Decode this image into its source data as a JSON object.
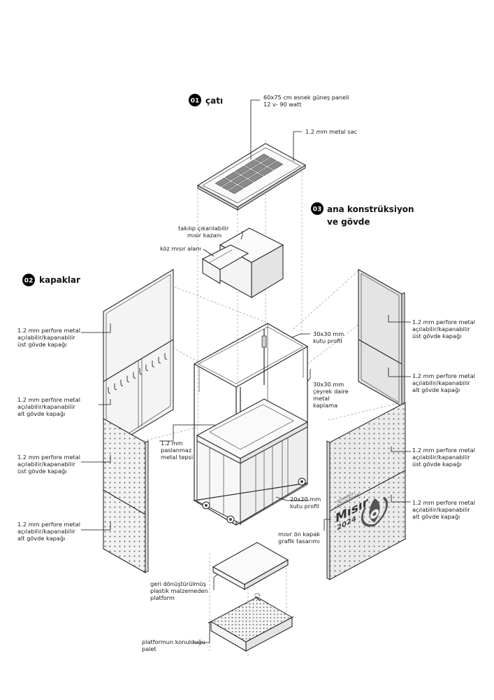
{
  "sections": {
    "roof": {
      "number": "01",
      "title": "çatı"
    },
    "covers": {
      "number": "02",
      "title": "kapaklar"
    },
    "construction": {
      "number": "03",
      "title_line1": "ana konstrüksiyon",
      "title_line2": "ve gövde"
    }
  },
  "labels": {
    "solar_panel_1": "60x75 cm esnek güneş paneli",
    "solar_panel_2": "12 v- 90 watt",
    "metal_sheet": "1.2 mm metal sac",
    "corn_pot_1": "takılıp çıkarılabilir",
    "corn_pot_2": "mısır kazanı",
    "coal_area": "köz mısır alanı",
    "left_top_1": "1.2 mm perfore metal",
    "left_top_2": "açılabilir/kapanabilir",
    "left_top_3": "üst gövde kapağı",
    "left_low_1": "1.2 mm perfore metal",
    "left_low_2": "açılabilir/kapanabilir",
    "left_low_3": "alt gövde kapağı",
    "left_ptop_1": "1.2 mm perfore metal",
    "left_ptop_2": "açılabilir/kapanabilir",
    "left_ptop_3": "üst gövde kapağı",
    "left_plow_1": "1.2 mm perfore metal",
    "left_plow_2": "açılabilir/kapanabilir",
    "left_plow_3": "alt gövde kapağı",
    "box_profile_1": "30x30 mm",
    "box_profile_2": "kutu profil",
    "quarter_round_1": "30x30 mm",
    "quarter_round_2": "çeyrek daire",
    "quarter_round_3": "metal",
    "quarter_round_4": "kaplama",
    "tray_1": "1.2 mm",
    "tray_2": "paslanmaz",
    "tray_3": "metal tepsi",
    "small_profile_1": "20x20 mm",
    "small_profile_2": "kutu profil",
    "front_graphic_1": "mısır ön kapak",
    "front_graphic_2": "grafik tasarımı",
    "right_top_1": "1.2 mm perfore metal",
    "right_top_2": "açılabilir/kapanabilir",
    "right_top_3": "üst gövde kapağı",
    "right_low_1": "1.2 mm perfore metal",
    "right_low_2": "açılabilir/kapanabilir",
    "right_low_3": "alt gövde kapağı",
    "right_ptop_1": "1.2 mm perfore metal",
    "right_ptop_2": "açılabilir/kapanabilir",
    "right_ptop_3": "üst gövde kapağı",
    "right_plow_1": "1.2 mm perfore metal",
    "right_plow_2": "açılabilir/kapanabilir",
    "right_plow_3": "alt gövde kapağı",
    "platform_1": "geri dönüştürülmüş",
    "platform_2": "plastik malzemeden",
    "platform_3": "platform",
    "pallet_1": "platformun konulduğu",
    "pallet_2": "palet"
  },
  "front_cover_graphic": {
    "brand_line1": "İSTANBUL",
    "brand_line2": "BÜYÜKŞEHİR",
    "word": "Mısır",
    "year": "2024"
  },
  "colors": {
    "ink": "#1a1a1a",
    "panel_cell": "#8a8a8a",
    "marker": "#000000"
  }
}
